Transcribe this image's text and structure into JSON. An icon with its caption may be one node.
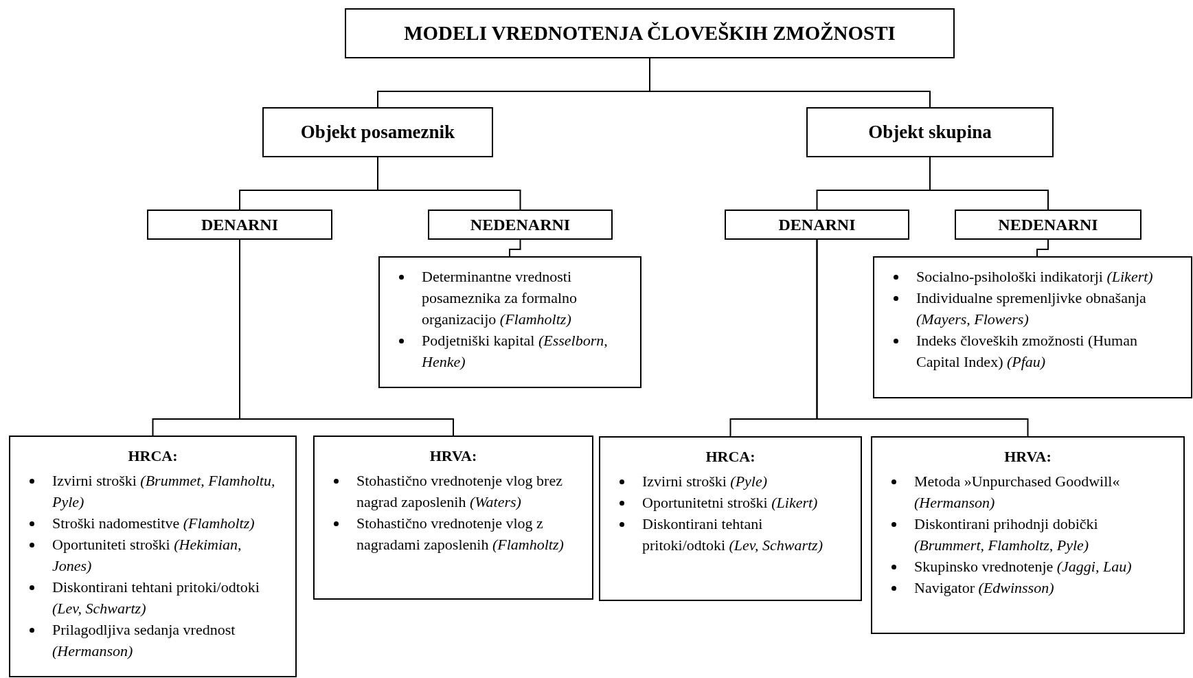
{
  "diagram": {
    "nodes": [
      {
        "text": [
          "MODELI VREDNOTENJA ČLOVEŠKIH ZMOŽNOSTI"
        ]
      },
      {
        "text": [
          "Objekt posameznik"
        ]
      },
      {
        "text": [
          "Objekt skupina"
        ]
      },
      {
        "text": [
          "DENARNI"
        ]
      },
      {
        "text": [
          "NEDENARNI"
        ]
      },
      {
        "text": [
          "DENARNI"
        ]
      },
      {
        "text": [
          "NEDENARNI"
        ]
      },
      {
        "text": [
          "Determinantne vrednosti posameznika za formalno organizacijo *(Flamholtz)*",
          "Podjetniški kapital *(Esselborn, Henke)*"
        ]
      },
      {
        "text": [
          "Socialno-psihološki indikatorji *(Likert)*",
          "Individualne spremenljivke obnašanja *(Mayers, Flowers)*",
          "Indeks človeških zmožnosti (Human Capital Index) *(Pfau)*"
        ]
      },
      {
        "text": [
          "HRCA:",
          "Izvirni stroški *(Brummet, Flamholtu, Pyle)*",
          "Stroški nadomestitve *(Flamholtz)*",
          "Oportuniteti stroški *(Hekimian, Jones)*",
          "Diskontirani tehtani pritoki/odtoki *(Lev, Schwartz)*",
          "Prilagodljiva sedanja vrednost *(Hermanson)*"
        ]
      },
      {
        "text": [
          "HRVA:",
          "Stohastično vrednotenje vlog brez nagrad zaposlenih *(Waters)*",
          "Stohastično vrednotenje vlog z nagradami zaposlenih *(Flamholtz)*"
        ]
      },
      {
        "text": [
          "HRCA:",
          "Izvirni stroški *(Pyle)*",
          "Oportunitetni stroški *(Likert)*",
          "Diskontirani tehtani pritoki/odtoki *(Lev, Schwartz)*"
        ]
      },
      {
        "text": [
          "HRVA:",
          "Metoda »Unpurchased Goodwill« *(Hermanson)*",
          "Diskontirani prihodnji dobički *(Brummert, Flamholtz, Pyle)*",
          "Skupinsko vrednotenje *(Jaggi, Lau)*",
          "Navigator *(Edwinsson)*"
        ]
      }
    ],
    "edges": [
      {
        "from": 0,
        "to": 1,
        "arrow": "none"
      },
      {
        "from": 0,
        "to": 2,
        "arrow": "none"
      },
      {
        "from": 1,
        "to": 3,
        "arrow": "none"
      },
      {
        "from": 1,
        "to": 4,
        "arrow": "none"
      },
      {
        "from": 2,
        "to": 5,
        "arrow": "none"
      },
      {
        "from": 2,
        "to": 6,
        "arrow": "none"
      },
      {
        "from": 4,
        "to": 7,
        "arrow": "none"
      },
      {
        "from": 6,
        "to": 8,
        "arrow": "none"
      },
      {
        "from": 3,
        "to": 9,
        "arrow": "none"
      },
      {
        "from": 3,
        "to": 10,
        "arrow": "none"
      },
      {
        "from": 5,
        "to": 11,
        "arrow": "none"
      },
      {
        "from": 5,
        "to": 12,
        "arrow": "none"
      }
    ]
  }
}
